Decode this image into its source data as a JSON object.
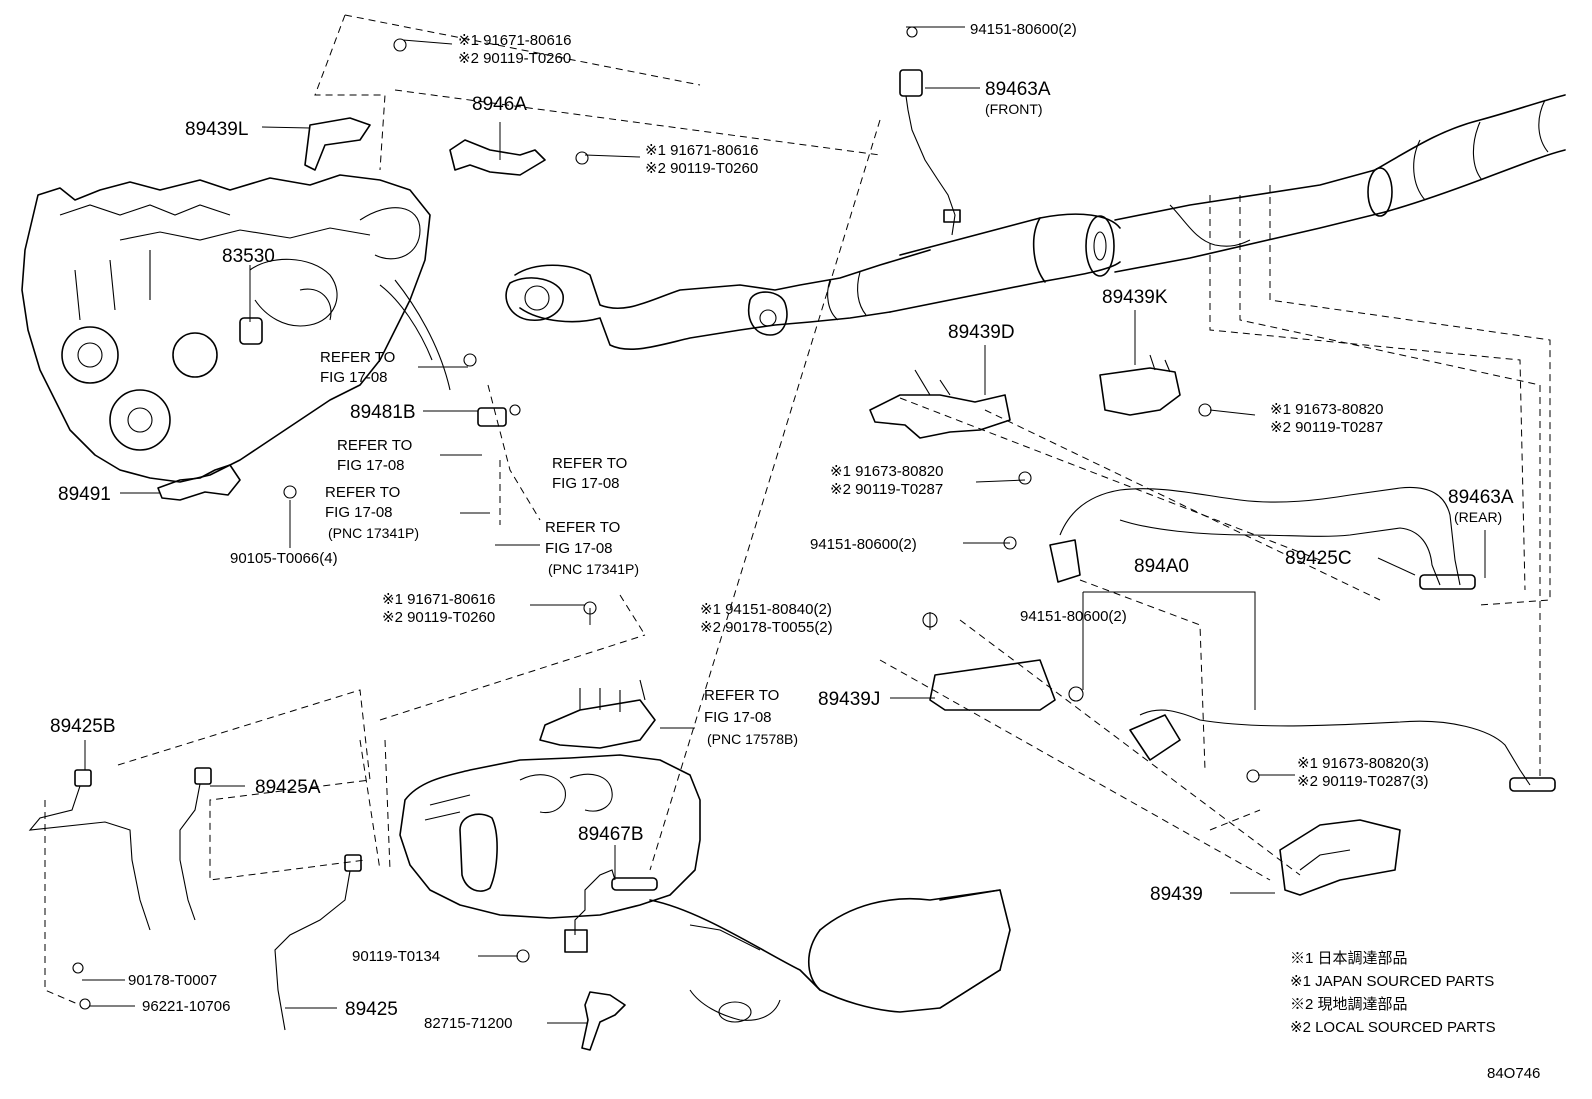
{
  "diagram_code": "84O746",
  "legend": {
    "line1": "※1 日本調達部品",
    "line2": "※1 JAPAN SOURCED PARTS",
    "line3": "※2 現地調達部品",
    "line4": "※2 LOCAL SOURCED PARTS"
  },
  "labels": {
    "p89439L": "89439L",
    "p8946A": "8946A",
    "p83530": "83530",
    "p89481B": "89481B",
    "p89491": "89491",
    "p90105": "90105-T0066(4)",
    "p94151_top": "94151-80600(2)",
    "p89463A_front": "89463A",
    "front": "(FRONT)",
    "p89439D": "89439D",
    "p89439K": "89439K",
    "p89463A_rear": "89463A",
    "rear": "(REAR)",
    "p89425C": "89425C",
    "p894A0": "894A0",
    "p94151_mid": "94151-80600(2)",
    "p94151_right": "94151-80600(2)",
    "p89439J": "89439J",
    "p89439": "89439",
    "p89425B": "89425B",
    "p89425A": "89425A",
    "p89425": "89425",
    "p90178": "90178-T0007",
    "p96221": "96221-10706",
    "p89467B": "89467B",
    "p90119_T0134": "90119-T0134",
    "p82715": "82715-71200"
  },
  "stacks": {
    "s1": [
      "※1 91671-80616",
      "※2 90119-T0260"
    ],
    "s2": [
      "※1 91671-80616",
      "※2 90119-T0260"
    ],
    "s3": [
      "※1 91673-80820",
      "※2 90119-T0287"
    ],
    "s4": [
      "※1 91673-80820",
      "※2 90119-T0287"
    ],
    "s5": [
      "※1 91671-80616",
      "※2 90119-T0260"
    ],
    "s6": [
      "※1 94151-80840(2)",
      "※2 90178-T0055(2)"
    ],
    "s7": [
      "※1 91673-80820(3)",
      "※2 90119-T0287(3)"
    ]
  },
  "refers": {
    "r1": [
      "REFER TO",
      "FIG 17-08"
    ],
    "r2": [
      "REFER TO",
      "FIG 17-08"
    ],
    "r3": [
      "REFER TO",
      "FIG 17-08"
    ],
    "r4": [
      "REFER TO",
      "FIG 17-08",
      "(PNC 17341P)"
    ],
    "r5": [
      "REFER TO",
      "FIG 17-08",
      "(PNC 17341P)"
    ],
    "r6": [
      "REFER TO",
      "FIG 17-08",
      "(PNC 17578B)"
    ]
  }
}
